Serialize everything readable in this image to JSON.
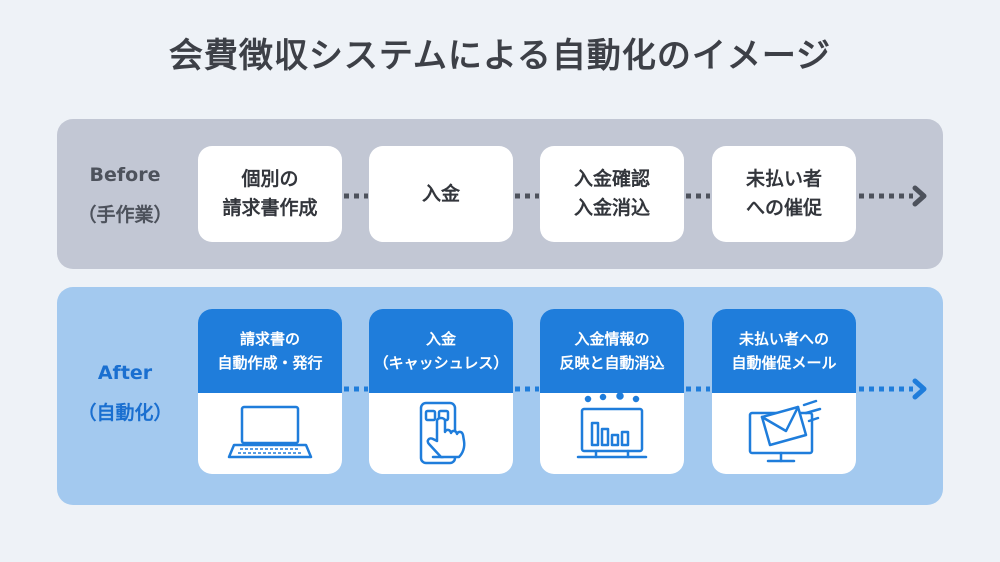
{
  "title": "会費徴収システムによる自動化のイメージ",
  "before": {
    "label_line1": "Before",
    "label_line2": "（手作業）",
    "steps": [
      {
        "text": "個別の\n請求書作成"
      },
      {
        "text": "入金"
      },
      {
        "text": "入金確認\n入金消込"
      },
      {
        "text": "未払い者\nへの催促"
      }
    ]
  },
  "after": {
    "label_line1": "After",
    "label_line2": "（自動化）",
    "steps": [
      {
        "text": "請求書の\n自動作成・発行",
        "icon": "laptop-icon"
      },
      {
        "text": "入金\n（キャッシュレス）",
        "icon": "smartphone-tap-icon"
      },
      {
        "text": "入金情報の\n反映と自動消込",
        "icon": "monitor-chart-icon"
      },
      {
        "text": "未払い者への\n自動催促メール",
        "icon": "monitor-mail-icon"
      }
    ]
  },
  "colors": {
    "before_panel": "#c2c7d4",
    "after_panel": "#a3c9ef",
    "after_accent": "#1f7ddb",
    "before_connector": "#4d525c"
  }
}
